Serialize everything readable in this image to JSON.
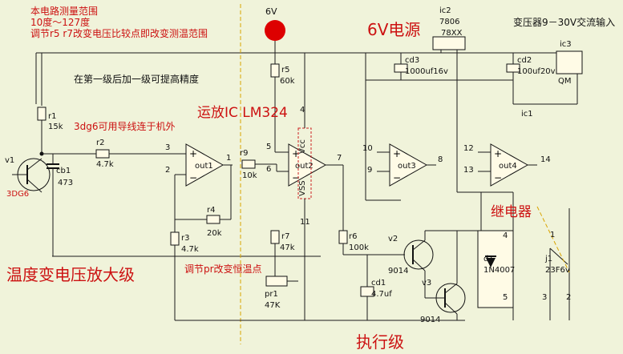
{
  "notes": {
    "range_line1": "本电路测量范围",
    "range_line2": "10度～127度",
    "range_line3": "调节r5 r7改变电压比较点即改变测温范围",
    "precision": "在第一级后加一级可提高精度",
    "dg6": "3dg6可用导线连于机外",
    "pr_adjust": "调节pr改变恒温点"
  },
  "titles": {
    "supply_6v": "6V",
    "power": "6V电源",
    "opamp": "运放IC  LM324",
    "amp_stage": "温度变电压放大级",
    "exec_stage": "执行级",
    "relay": "继电器",
    "transformer": "变压器9－30V交流输入"
  },
  "components": {
    "r1": "r1",
    "r1_val": "15k",
    "r2": "r2",
    "r2_val": "4.7k",
    "r3": "r3",
    "r3_val": "4.7k",
    "r4": "r4",
    "r4_val": "20k",
    "r5": "r5",
    "r5_val": "60k",
    "r7": "r7",
    "r7_val": "47k",
    "r9": "r9",
    "r9_val": "10k",
    "r6": "r6",
    "r6_val": "100k",
    "pr1": "pr1",
    "pr1_val": "47K",
    "v1": "v1",
    "v1_type": "3DG6",
    "cb1": "cb1",
    "cb1_val": "473",
    "v2": "v2",
    "v2_type": "9014",
    "v3": "v3",
    "v3_type": "9014",
    "cd1": "cd1",
    "cd1_val": "4.7uf",
    "cd2": "cd2",
    "cd2_val": "100uf20v",
    "cd3": "cd3",
    "cd3_val": "1000uf16v",
    "d1": "d1",
    "d1_type": "1N4007",
    "j1": "j1",
    "j1_val": "23F6v",
    "ic1": "ic1",
    "ic2": "ic2",
    "ic2_type": "7806",
    "ic2_sub": "78XX",
    "ic3": "ic3",
    "ic3_type": "QM",
    "out1": "out1",
    "out2": "out2",
    "out3": "out3",
    "out4": "out4",
    "vcc": "Vcc",
    "vss": "VSS"
  },
  "pins": [
    "3",
    "2",
    "1",
    "5",
    "6",
    "7",
    "4",
    "11",
    "10",
    "9",
    "8",
    "12",
    "13",
    "14",
    "4",
    "5",
    "1",
    "2",
    "3"
  ],
  "colors": {
    "background": "#f0f3da",
    "red": "#cc1111",
    "wire": "#1a1a1a",
    "dashed": "#d9a400"
  }
}
